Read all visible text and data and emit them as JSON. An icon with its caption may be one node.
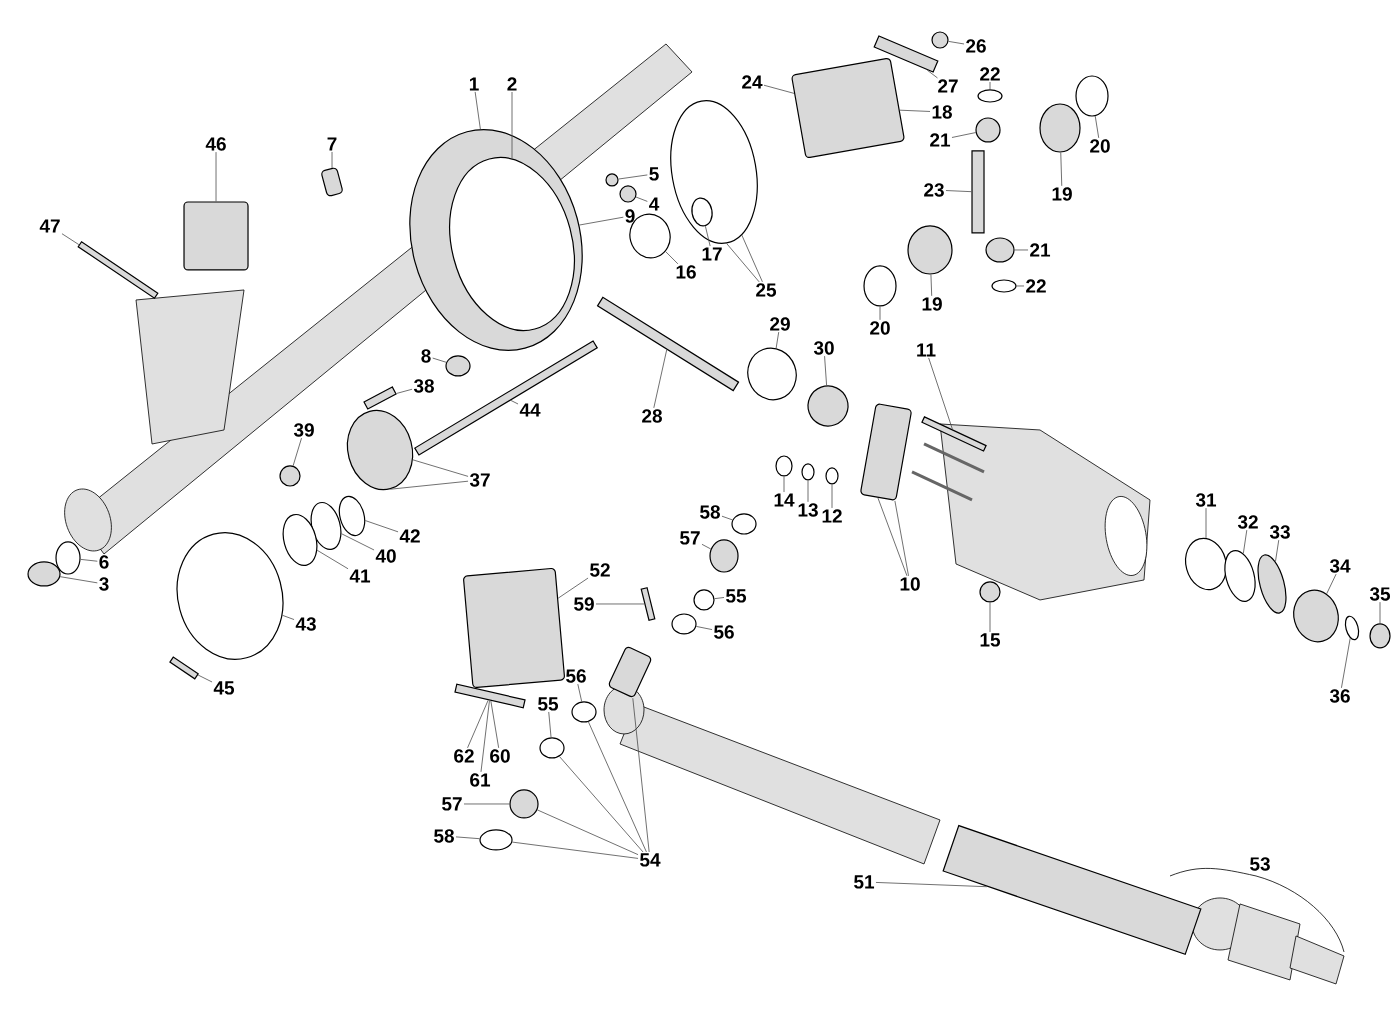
{
  "diagram": {
    "nodes": [
      {
        "text": [
          "1"
        ]
      },
      {
        "text": [
          "2"
        ]
      },
      {
        "text": [
          "46"
        ]
      },
      {
        "text": [
          "7"
        ]
      },
      {
        "text": [
          "47"
        ]
      },
      {
        "text": [
          "5"
        ]
      },
      {
        "text": [
          "4"
        ]
      },
      {
        "text": [
          "9"
        ]
      },
      {
        "text": [
          "16"
        ]
      },
      {
        "text": [
          "17"
        ]
      },
      {
        "text": [
          "25"
        ]
      },
      {
        "text": [
          "24"
        ]
      },
      {
        "text": [
          "26"
        ]
      },
      {
        "text": [
          "27"
        ]
      },
      {
        "text": [
          "18"
        ]
      },
      {
        "text": [
          "22"
        ]
      },
      {
        "text": [
          "21"
        ]
      },
      {
        "text": [
          "23"
        ]
      },
      {
        "text": [
          "20"
        ]
      },
      {
        "text": [
          "19"
        ]
      },
      {
        "text": [
          "21"
        ]
      },
      {
        "text": [
          "22"
        ]
      },
      {
        "text": [
          "19"
        ]
      },
      {
        "text": [
          "20"
        ]
      },
      {
        "text": [
          "29"
        ]
      },
      {
        "text": [
          "30"
        ]
      },
      {
        "text": [
          "11"
        ]
      },
      {
        "text": [
          "28"
        ]
      },
      {
        "text": [
          "8"
        ]
      },
      {
        "text": [
          "38"
        ]
      },
      {
        "text": [
          "44"
        ]
      },
      {
        "text": [
          "39"
        ]
      },
      {
        "text": [
          "37"
        ]
      },
      {
        "text": [
          "14"
        ]
      },
      {
        "text": [
          "13"
        ]
      },
      {
        "text": [
          "12"
        ]
      },
      {
        "text": [
          "58"
        ]
      },
      {
        "text": [
          "57"
        ]
      },
      {
        "text": [
          "31"
        ]
      },
      {
        "text": [
          "32"
        ]
      },
      {
        "text": [
          "33"
        ]
      },
      {
        "text": [
          "34"
        ]
      },
      {
        "text": [
          "35"
        ]
      },
      {
        "text": [
          "6"
        ]
      },
      {
        "text": [
          "3"
        ]
      },
      {
        "text": [
          "42"
        ]
      },
      {
        "text": [
          "40"
        ]
      },
      {
        "text": [
          "41"
        ]
      },
      {
        "text": [
          "52"
        ]
      },
      {
        "text": [
          "10"
        ]
      },
      {
        "text": [
          "55"
        ]
      },
      {
        "text": [
          "59"
        ]
      },
      {
        "text": [
          "15"
        ]
      },
      {
        "text": [
          "43"
        ]
      },
      {
        "text": [
          "56"
        ]
      },
      {
        "text": [
          "56"
        ]
      },
      {
        "text": [
          "36"
        ]
      },
      {
        "text": [
          "45"
        ]
      },
      {
        "text": [
          "55"
        ]
      },
      {
        "text": [
          "62"
        ]
      },
      {
        "text": [
          "60"
        ]
      },
      {
        "text": [
          "61"
        ]
      },
      {
        "text": [
          "57"
        ]
      },
      {
        "text": [
          "58"
        ]
      },
      {
        "text": [
          "54"
        ]
      },
      {
        "text": [
          "51"
        ]
      },
      {
        "text": [],
        "shape": "circle"
      },
      {
        "text": [],
        "shape": "circle",
        "in": 66
      },
      {
        "text": [],
        "shape": "box"
      },
      {
        "text": [],
        "shape": "box"
      },
      {
        "text": [],
        "shape": "bar"
      },
      {
        "text": [],
        "shape": "circle"
      },
      {
        "text": [],
        "shape": "circle"
      },
      {
        "text": [],
        "shape": "circle"
      },
      {
        "text": [],
        "shape": "circle",
        "in": 75
      },
      {
        "text": [],
        "shape": "circle"
      },
      {
        "text": [],
        "shape": "box"
      },
      {
        "text": [],
        "shape": "circle"
      },
      {
        "text": [],
        "shape": "bar"
      },
      {
        "text": [],
        "shape": "circle"
      },
      {
        "text": [],
        "shape": "circle"
      },
      {
        "text": [],
        "shape": "bar"
      },
      {
        "text": [],
        "shape": "circle"
      },
      {
        "text": [],
        "shape": "circle"
      },
      {
        "text": [],
        "shape": "circle"
      },
      {
        "text": [],
        "shape": "circle"
      },
      {
        "text": [],
        "shape": "circle"
      },
      {
        "text": [],
        "shape": "circle"
      },
      {
        "text": [],
        "shape": "circle"
      },
      {
        "text": [],
        "shape": "circle"
      },
      {
        "text": [],
        "shape": "bar"
      },
      {
        "text": [],
        "shape": "bar"
      },
      {
        "text": [],
        "shape": "circle"
      },
      {
        "text": [],
        "shape": "bar"
      },
      {
        "text": [],
        "shape": "bar"
      },
      {
        "text": [],
        "shape": "circle"
      },
      {
        "text": [],
        "shape": "circle"
      },
      {
        "text": [],
        "shape": "circle"
      },
      {
        "text": [],
        "shape": "circle"
      },
      {
        "text": [],
        "shape": "circle"
      },
      {
        "text": [],
        "shape": "circle"
      },
      {
        "text": [],
        "shape": "circle"
      },
      {
        "text": [],
        "shape": "circle"
      },
      {
        "text": [],
        "shape": "circle"
      },
      {
        "text": [],
        "shape": "circle"
      },
      {
        "text": [],
        "shape": "circle"
      },
      {
        "text": [],
        "shape": "circle"
      },
      {
        "text": [],
        "shape": "circle"
      },
      {
        "text": [],
        "shape": "circle"
      },
      {
        "text": [],
        "shape": "circle"
      },
      {
        "text": [],
        "shape": "circle"
      },
      {
        "text": [],
        "shape": "circle"
      },
      {
        "text": [],
        "shape": "box"
      },
      {
        "text": [],
        "shape": "box"
      },
      {
        "text": [],
        "shape": "circle"
      },
      {
        "text": [],
        "shape": "circle"
      },
      {
        "text": [],
        "shape": "bar"
      },
      {
        "text": [],
        "shape": "circle"
      },
      {
        "text": [],
        "shape": "circle"
      },
      {
        "text": [],
        "shape": "circle"
      },
      {
        "text": [],
        "shape": "circle"
      },
      {
        "text": [],
        "shape": "bar"
      },
      {
        "text": [],
        "shape": "circle"
      },
      {
        "text": [],
        "shape": "bar"
      },
      {
        "text": [],
        "shape": "circle"
      },
      {
        "text": [],
        "shape": "circle"
      },
      {
        "text": [],
        "shape": "box"
      },
      {
        "text": [],
        "shape": "bar"
      }
    ],
    "edges": [
      {
        "from": 0,
        "to": 66,
        "arrow": "none"
      },
      {
        "from": 1,
        "to": 67,
        "arrow": "none"
      },
      {
        "from": 2,
        "to": 68,
        "arrow": "none"
      },
      {
        "from": 3,
        "to": 69,
        "arrow": "none"
      },
      {
        "from": 4,
        "to": 70,
        "arrow": "none"
      },
      {
        "from": 5,
        "to": 71,
        "arrow": "none"
      },
      {
        "from": 6,
        "to": 72,
        "arrow": "none"
      },
      {
        "from": 7,
        "to": 66,
        "arrow": "none"
      },
      {
        "from": 8,
        "to": 73,
        "arrow": "none"
      },
      {
        "from": 9,
        "to": 74,
        "arrow": "none"
      },
      {
        "from": 10,
        "to": 75,
        "arrow": "none"
      },
      {
        "from": 10,
        "to": 75,
        "arrow": "none"
      },
      {
        "from": 11,
        "to": 76,
        "arrow": "none"
      },
      {
        "from": 12,
        "to": 77,
        "arrow": "none"
      },
      {
        "from": 13,
        "to": 78,
        "arrow": "none"
      },
      {
        "from": 14,
        "to": 76,
        "arrow": "none"
      },
      {
        "from": 15,
        "to": 79,
        "arrow": "none"
      },
      {
        "from": 16,
        "to": 80,
        "arrow": "none"
      },
      {
        "from": 17,
        "to": 81,
        "arrow": "none"
      },
      {
        "from": 18,
        "to": 82,
        "arrow": "none"
      },
      {
        "from": 19,
        "to": 83,
        "arrow": "none"
      },
      {
        "from": 20,
        "to": 84,
        "arrow": "none"
      },
      {
        "from": 21,
        "to": 85,
        "arrow": "none"
      },
      {
        "from": 22,
        "to": 86,
        "arrow": "none"
      },
      {
        "from": 23,
        "to": 87,
        "arrow": "none"
      },
      {
        "from": 24,
        "to": 88,
        "arrow": "none"
      },
      {
        "from": 25,
        "to": 89,
        "arrow": "none"
      },
      {
        "from": 26,
        "to": 90,
        "arrow": "none"
      },
      {
        "from": 27,
        "to": 91,
        "arrow": "none"
      },
      {
        "from": 28,
        "to": 92,
        "arrow": "none"
      },
      {
        "from": 29,
        "to": 93,
        "arrow": "none"
      },
      {
        "from": 30,
        "to": 94,
        "arrow": "none"
      },
      {
        "from": 31,
        "to": 95,
        "arrow": "none"
      },
      {
        "from": 32,
        "to": 96,
        "arrow": "none"
      },
      {
        "from": 32,
        "to": 96,
        "arrow": "none"
      },
      {
        "from": 33,
        "to": 97,
        "arrow": "none"
      },
      {
        "from": 34,
        "to": 98,
        "arrow": "none"
      },
      {
        "from": 35,
        "to": 99,
        "arrow": "none"
      },
      {
        "from": 36,
        "to": 100,
        "arrow": "none"
      },
      {
        "from": 37,
        "to": 101,
        "arrow": "none"
      },
      {
        "from": 38,
        "to": 102,
        "arrow": "none"
      },
      {
        "from": 39,
        "to": 103,
        "arrow": "none"
      },
      {
        "from": 40,
        "to": 104,
        "arrow": "none"
      },
      {
        "from": 41,
        "to": 105,
        "arrow": "none"
      },
      {
        "from": 42,
        "to": 106,
        "arrow": "none"
      },
      {
        "from": 43,
        "to": 107,
        "arrow": "none"
      },
      {
        "from": 44,
        "to": 108,
        "arrow": "none"
      },
      {
        "from": 45,
        "to": 109,
        "arrow": "none"
      },
      {
        "from": 46,
        "to": 110,
        "arrow": "none"
      },
      {
        "from": 47,
        "to": 111,
        "arrow": "none"
      },
      {
        "from": 48,
        "to": 112,
        "arrow": "none"
      },
      {
        "from": 49,
        "to": 113,
        "arrow": "none"
      },
      {
        "from": 49,
        "to": 113,
        "arrow": "none"
      },
      {
        "from": 50,
        "to": 115,
        "arrow": "none"
      },
      {
        "from": 51,
        "to": 116,
        "arrow": "none"
      },
      {
        "from": 52,
        "to": 114,
        "arrow": "none"
      },
      {
        "from": 53,
        "to": 117,
        "arrow": "none"
      },
      {
        "from": 54,
        "to": 118,
        "arrow": "none"
      },
      {
        "from": 55,
        "to": 119,
        "arrow": "none"
      },
      {
        "from": 56,
        "to": 120,
        "arrow": "none"
      },
      {
        "from": 57,
        "to": 121,
        "arrow": "none"
      },
      {
        "from": 58,
        "to": 122,
        "arrow": "none"
      },
      {
        "from": 59,
        "to": 123,
        "arrow": "none"
      },
      {
        "from": 60,
        "to": 123,
        "arrow": "none"
      },
      {
        "from": 61,
        "to": 123,
        "arrow": "none"
      },
      {
        "from": 62,
        "to": 124,
        "arrow": "none"
      },
      {
        "from": 63,
        "to": 125,
        "arrow": "none"
      },
      {
        "from": 64,
        "to": 122,
        "arrow": "none"
      },
      {
        "from": 64,
        "to": 119,
        "arrow": "none"
      },
      {
        "from": 64,
        "to": 124,
        "arrow": "none"
      },
      {
        "from": 64,
        "to": 125,
        "arrow": "none"
      },
      {
        "from": 64,
        "to": 126,
        "arrow": "none"
      },
      {
        "from": 65,
        "to": 127,
        "arrow": "none"
      }
    ],
    "labels": [
      "53"
    ]
  }
}
